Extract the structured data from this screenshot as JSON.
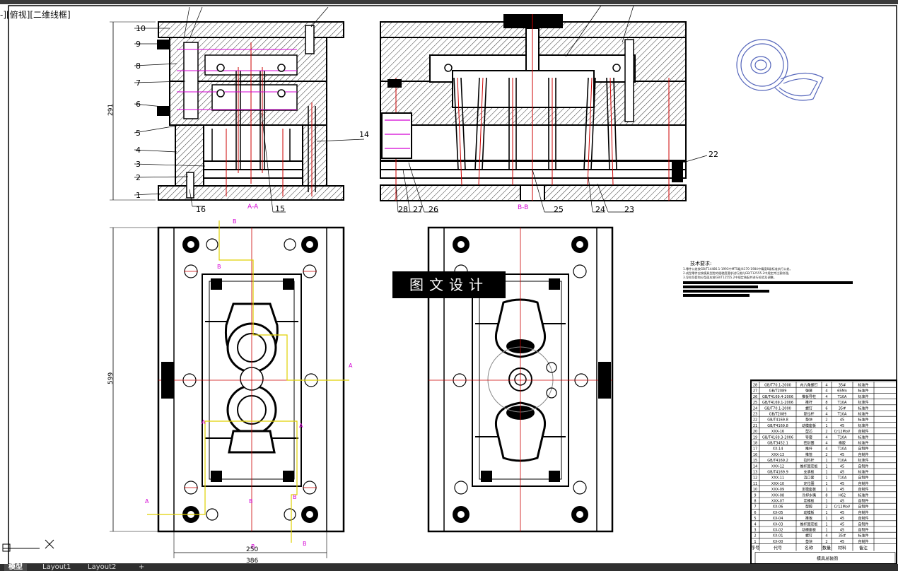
{
  "viewport": {
    "label": "-][俯视][二维线框]"
  },
  "watermark": {
    "text": "图文设计"
  },
  "section_views": {
    "left": {
      "label": "A-A",
      "dimension": "291",
      "callouts_left": [
        "10",
        "9",
        "8",
        "7",
        "6",
        "5",
        "4",
        "3",
        "2",
        "1"
      ],
      "callouts_bottom": [
        "16",
        "15"
      ],
      "callout_right": "14"
    },
    "right": {
      "label": "B-B",
      "callouts_bottom": [
        "28",
        "27",
        "26",
        "25",
        "24",
        "23"
      ],
      "callout_right": "22"
    }
  },
  "plan_view": {
    "dim_height": "599",
    "dim_width_inner": "250",
    "dim_width_outer": "386",
    "section_markers": [
      "A",
      "A",
      "A",
      "A",
      "B",
      "B",
      "B",
      "B",
      "B",
      "B"
    ]
  },
  "technical_requirements": {
    "title": "技术要求:",
    "lines": [
      "1.零件公差按GB/T14486.1-1993中MT5级/4170-1984中精度6级标准执行公差。",
      "2.成型零件应按模具型腔的粗糙度要求进行抛光GB/T12555.2中规定并注意纹理。",
      "3.导柱导套和分型面应按GB/T12555.2中规定装配并进行检验及调整。"
    ]
  },
  "bom": {
    "rows": [
      [
        "28",
        "GB/T70.1-2000",
        "内六角螺钉",
        "4",
        "35#",
        "标准件"
      ],
      [
        "27",
        "GB/T2089",
        "弹簧",
        "4",
        "65Mn",
        "标准件"
      ],
      [
        "26",
        "GB/T4169.4-2006",
        "推板导柱",
        "4",
        "T10A",
        "标准件"
      ],
      [
        "25",
        "GB/T4169.1-2006",
        "推杆",
        "8",
        "T10A",
        "标准件"
      ],
      [
        "24",
        "GB/T70.1-2000",
        "螺钉",
        "6",
        "35#",
        "标准件"
      ],
      [
        "23",
        "GB/T2089",
        "复位杆",
        "4",
        "T10A",
        "标准件"
      ],
      [
        "22",
        "GB/T4169.8",
        "垫块",
        "2",
        "45",
        "标准件"
      ],
      [
        "21",
        "GB/T4169.8",
        "动模座板",
        "1",
        "45",
        "标准件"
      ],
      [
        "20",
        "XXX-16",
        "型芯",
        "2",
        "Cr12MoV",
        "自制件"
      ],
      [
        "19",
        "GB/T4169.3-2006",
        "导套",
        "4",
        "T10A",
        "标准件"
      ],
      [
        "18",
        "GB/T3452.1",
        "密封圈",
        "4",
        "橡胶",
        "标准件"
      ],
      [
        "17",
        "XX-14",
        "推杆",
        "4",
        "T10A",
        "自制件"
      ],
      [
        "16",
        "XXX-13",
        "推管",
        "2",
        "45",
        "自制件"
      ],
      [
        "15",
        "GB/T4169.2",
        "拉料杆",
        "1",
        "T10A",
        "标准件"
      ],
      [
        "14",
        "XXX-12",
        "推杆固定板",
        "1",
        "45",
        "自制件"
      ],
      [
        "13",
        "GB/T4169.9",
        "支承板",
        "1",
        "45",
        "标准件"
      ],
      [
        "12",
        "XXX-11",
        "浇口套",
        "1",
        "T10A",
        "自制件"
      ],
      [
        "11",
        "XXX-10",
        "定位圈",
        "1",
        "45",
        "自制件"
      ],
      [
        "10",
        "XXX-09",
        "定模座板",
        "1",
        "45",
        "自制件"
      ],
      [
        "9",
        "XXX-08",
        "冷却水嘴",
        "8",
        "H62",
        "标准件"
      ],
      [
        "8",
        "XXX-07",
        "定模板",
        "1",
        "45",
        "自制件"
      ],
      [
        "7",
        "XX-06",
        "型腔",
        "2",
        "Cr12MoV",
        "自制件"
      ],
      [
        "6",
        "XX-05",
        "动模板",
        "1",
        "45",
        "自制件"
      ],
      [
        "5",
        "XX-04",
        "推板",
        "1",
        "45",
        "自制件"
      ],
      [
        "4",
        "XX-03",
        "推杆固定板",
        "1",
        "45",
        "自制件"
      ],
      [
        "3",
        "XX-02",
        "动模座板",
        "1",
        "45",
        "自制件"
      ],
      [
        "2",
        "XX-01",
        "螺钉",
        "4",
        "35#",
        "标准件"
      ],
      [
        "1",
        "XX-00",
        "垫块",
        "2",
        "45",
        "自制件"
      ]
    ],
    "header": [
      "序号",
      "代号",
      "名称",
      "数量",
      "材料",
      "备注"
    ],
    "title_block": "模具总装图"
  },
  "tabs": [
    {
      "label": "模型",
      "active": true
    },
    {
      "label": "Layout1",
      "active": false
    },
    {
      "label": "Layout2",
      "active": false
    },
    {
      "label": "+",
      "active": false
    }
  ],
  "colors": {
    "drawing": "#000000",
    "center": "#cc0000",
    "section": "#d400d4",
    "cut_line": "#e0d000",
    "iso": "#5566bb"
  }
}
